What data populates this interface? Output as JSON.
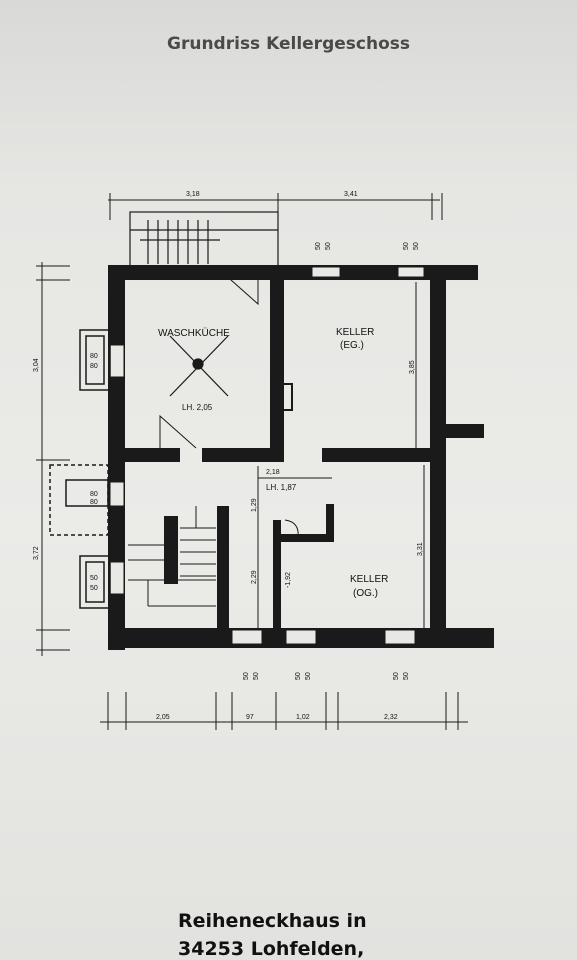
{
  "page": {
    "title": "Grundriss Kellergeschoss",
    "caption_line1": "Reiheneckhaus in",
    "caption_line2": "34253 Lohfelden,"
  },
  "rooms": {
    "waschkueche": "WASCHKÜCHE",
    "waschkueche_height": "LH. 2,05",
    "keller_eg": "KELLER",
    "keller_eg_sub": "(EG.)",
    "keller_og": "KELLER",
    "keller_og_sub": "(OG.)",
    "hallway_height": "LH. 1,87"
  },
  "dimensions": {
    "top_left": "3,18",
    "top_right": "3,41",
    "bottom_1": "2,05",
    "bottom_2": "97",
    "bottom_3": "1,02",
    "bottom_4": "2,32",
    "left_upper": "3,04",
    "left_lower": "3,72",
    "keller_eg_height": "3,85",
    "keller_og_height": "3,31",
    "hall_width": "2,18",
    "hall_depth": "1,29",
    "stair_height": "2,29",
    "stair_level": "-1,92",
    "window_50": "50",
    "window_80": "80"
  }
}
